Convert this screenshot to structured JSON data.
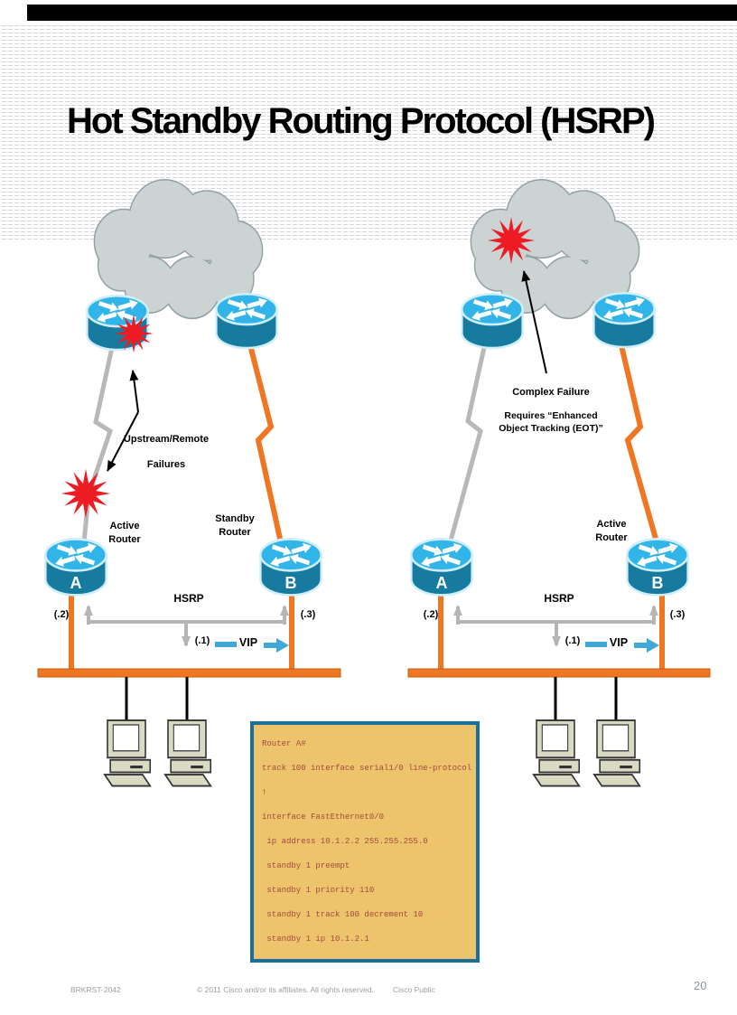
{
  "slide": {
    "title": "Hot Standby Routing Protocol (HSRP)",
    "page_number": "20",
    "footer": {
      "session": "BRKRST-2042",
      "copyright": "© 2011 Cisco and/or its affiliates. All rights reserved.",
      "classification": "Cisco Public"
    }
  },
  "left": {
    "failure_label": {
      "line1": "Upstream/Remote",
      "line2": "Failures"
    },
    "router_a": {
      "letter": "A",
      "role_line1": "Active",
      "role_line2": "Router",
      "address": "(.2)"
    },
    "router_b": {
      "letter": "B",
      "role_line1": "Standby",
      "role_line2": "Router",
      "address": "(.3)"
    },
    "hsrp_label": "HSRP",
    "vip_address": "(.1)",
    "vip_label": "VIP"
  },
  "right": {
    "failure_label": {
      "line1": "Complex Failure",
      "line2": "Requires “Enhanced",
      "line3": "Object Tracking (EOT)”"
    },
    "router_a": {
      "letter": "A",
      "address": "(.2)"
    },
    "router_b": {
      "letter": "B",
      "role_line1": "Active",
      "role_line2": "Router",
      "address": "(.3)"
    },
    "hsrp_label": "HSRP",
    "vip_address": "(.1)",
    "vip_label": "VIP"
  },
  "code_block": {
    "lines": [
      "Router A#",
      "track 100 interface serial1/0 line-protocol",
      "!",
      "interface FastEthernet0/0",
      " ip address 10.1.2.2 255.255.255.0",
      " standby 1 preempt",
      " standby 1 priority 110",
      " standby 1 track 100 decrement 10",
      " standby 1 ip 10.1.2.1"
    ]
  },
  "colors": {
    "lan_orange": "#ef7622",
    "link_gray": "#b5b5b5",
    "router_top_blue": "#31b4e8",
    "router_body_teal": "#177a9f",
    "cloud_gray": "#cbd3d3",
    "failure_red": "#ed1c24",
    "vip_blue": "#3fa8d8",
    "code_bg": "#edc36b",
    "code_border": "#1b6f9c",
    "code_text": "#a44b40"
  }
}
